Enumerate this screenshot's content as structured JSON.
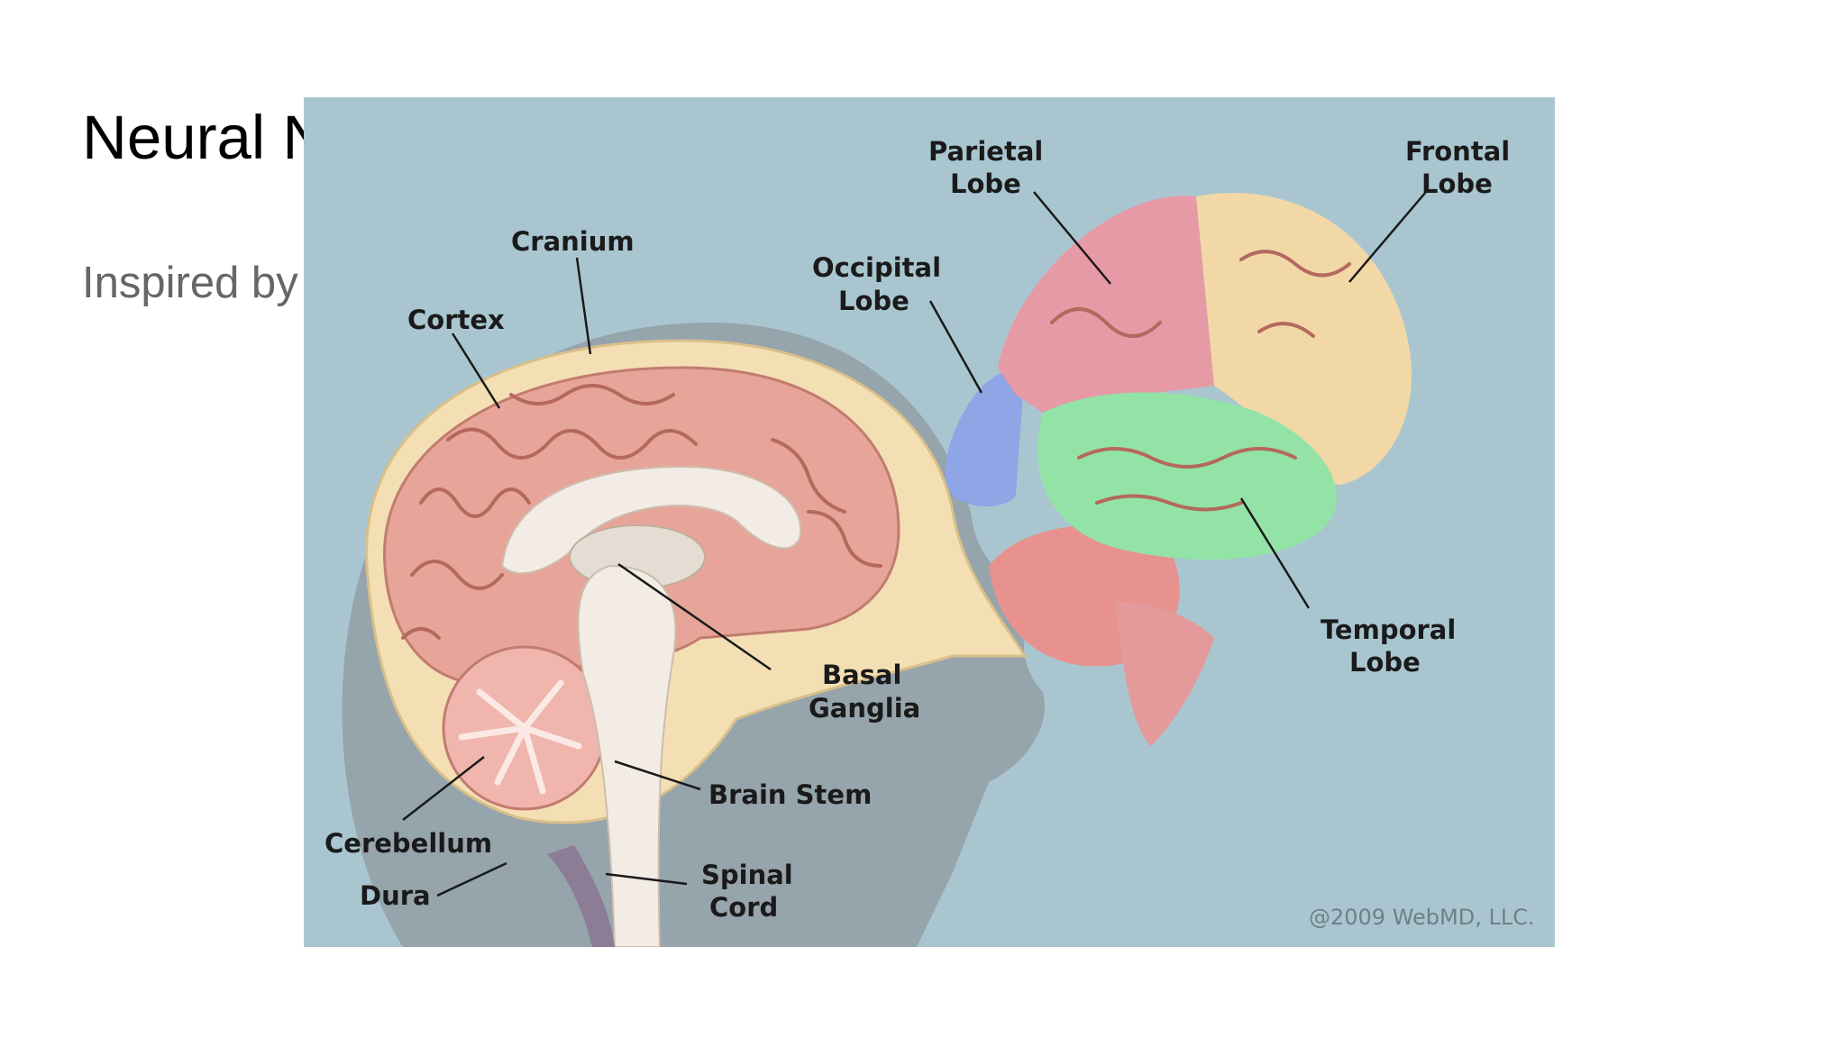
{
  "slide": {
    "title": "Neural N",
    "subtitle": "Inspired by"
  },
  "diagram": {
    "labels": {
      "cranium": "Cranium",
      "cortex": "Cortex",
      "occipital_1": "Occipital",
      "occipital_2": "Lobe",
      "parietal_1": "Parietal",
      "parietal_2": "Lobe",
      "frontal_1": "Frontal",
      "frontal_2": "Lobe",
      "temporal_1": "Temporal",
      "temporal_2": "Lobe",
      "basal_1": "Basal",
      "basal_2": "Ganglia",
      "brain_stem": "Brain Stem",
      "cerebellum": "Cerebellum",
      "dura": "Dura",
      "spinal_1": "Spinal",
      "spinal_2": "Cord"
    },
    "copyright": "@2009 WebMD, LLC."
  },
  "colors": {
    "background": "#a9c6d0",
    "cortex": "#e7a59a",
    "cranium": "#f3dfb3",
    "parietal": "#e69aa6",
    "frontal": "#f1d8a6",
    "temporal": "#93e3a6",
    "occipital": "#8fa5e6"
  }
}
